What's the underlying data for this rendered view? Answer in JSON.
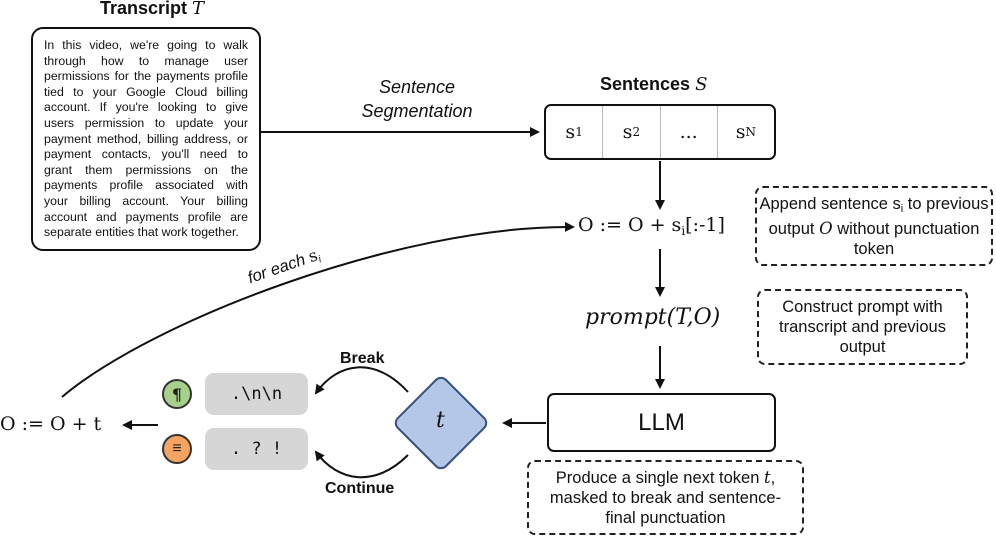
{
  "transcript": {
    "title": "Transcript",
    "var": "T",
    "text": "In this video, we're going to walk through how to manage user permissions for the payments profile tied to your Google Cloud billing account. If you're looking to give users permission to update your payment method, billing address, or payment contacts, you'll need to grant them permissions on the payments profile associated with your billing account. Your billing account and payments profile are separate entities that work together."
  },
  "segmentation": {
    "line1": "Sentence",
    "line2": "Segmentation"
  },
  "sentences": {
    "title": "Sentences",
    "var": "S",
    "cells": [
      {
        "base": "s",
        "sub": "1"
      },
      {
        "base": "s",
        "sub": "2"
      },
      {
        "base": "...",
        "sub": ""
      },
      {
        "base": "s",
        "sub": "N"
      }
    ]
  },
  "append_formula": {
    "lhs": "O := O + s",
    "sub": "i",
    "rhs": "[:-1]"
  },
  "prompt_formula": "prompt(T,O)",
  "llm_label": "LLM",
  "token_var": "t",
  "notes": {
    "append_pre": "Append sentence s",
    "append_sub": "i",
    "append_mid": " to previous output ",
    "append_var": "O",
    "append_post": " without punctuation token",
    "prompt": "Construct prompt with transcript and previous output",
    "produce_pre": "Produce a single next token ",
    "produce_var": "t",
    "produce_post": ", masked to break and sentence-final punctuation"
  },
  "branches": {
    "break_label": "Break",
    "continue_label": "Continue",
    "break_tokens": ".\\n\\n",
    "continue_tokens": ". ? !",
    "break_icon": "pilcrow-icon",
    "continue_icon": "lines-icon",
    "break_color": "#a8d08d",
    "continue_color": "#f4a460"
  },
  "output_formula": "O := O + t",
  "loop": {
    "text": "for each ",
    "s": "s",
    "sub": "i"
  },
  "colors": {
    "diamond_fill": "#b4c7e7",
    "diamond_stroke": "#34507a",
    "pill_fill": "#d6d6d6"
  }
}
